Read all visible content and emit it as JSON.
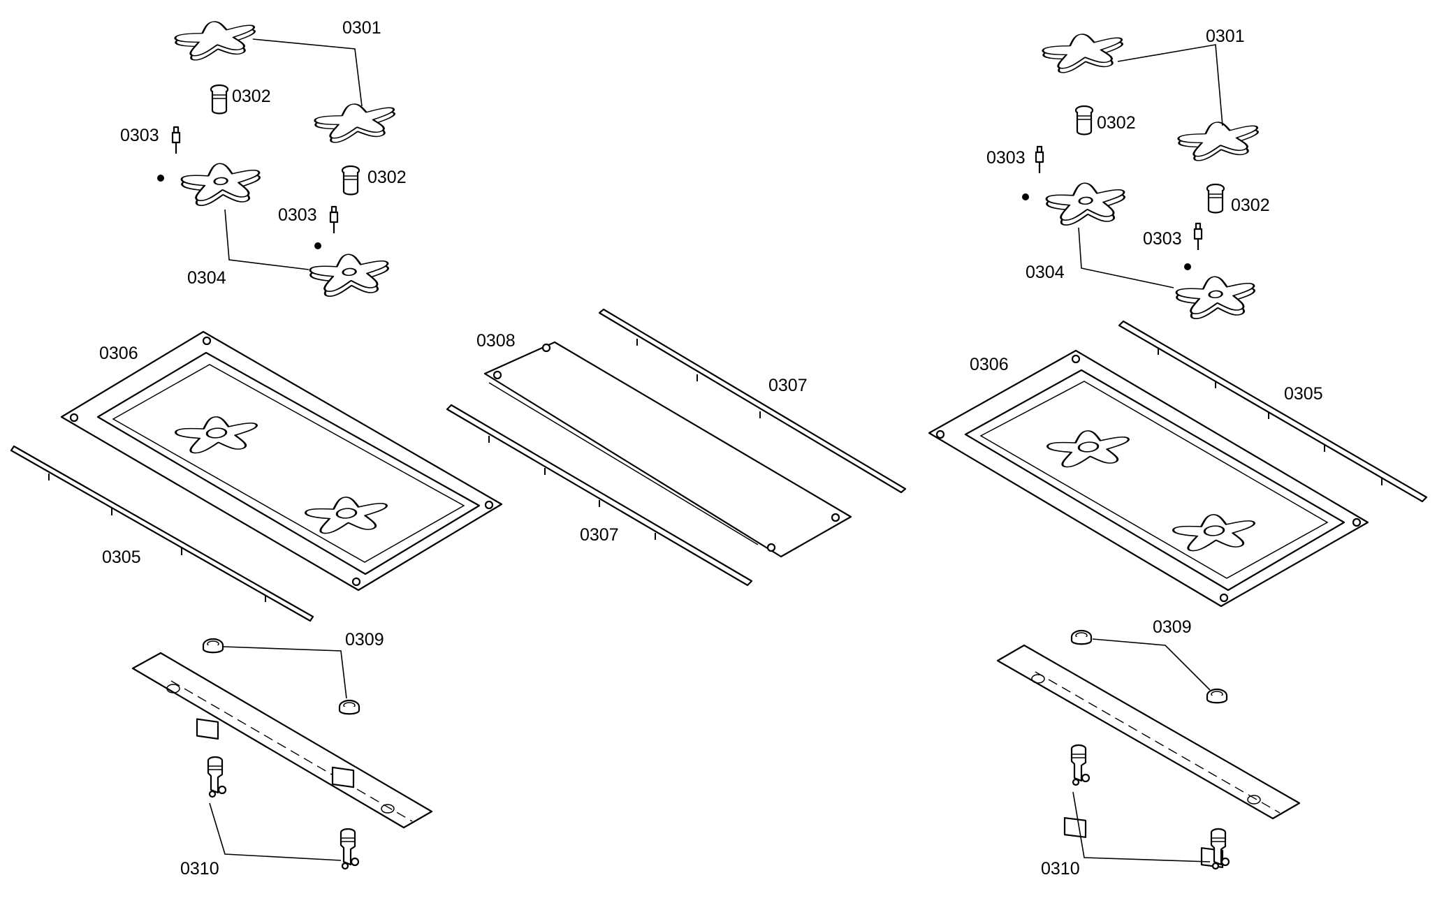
{
  "labels": {
    "l0301a": "0301",
    "l0302a": "0302",
    "l0302b": "0302",
    "l0303a": "0303",
    "l0303b": "0303",
    "l0304a": "0304",
    "l0306a": "0306",
    "l0305a": "0305",
    "l0308": "0308",
    "l0307a": "0307",
    "l0307b": "0307",
    "l0309a": "0309",
    "l0310a": "0310",
    "l0301b": "0301",
    "l0302c": "0302",
    "l0302d": "0302",
    "l0303c": "0303",
    "l0303d": "0303",
    "l0304b": "0304",
    "l0306b": "0306",
    "l0305b": "0305",
    "l0309b": "0309",
    "l0310b": "0310"
  }
}
